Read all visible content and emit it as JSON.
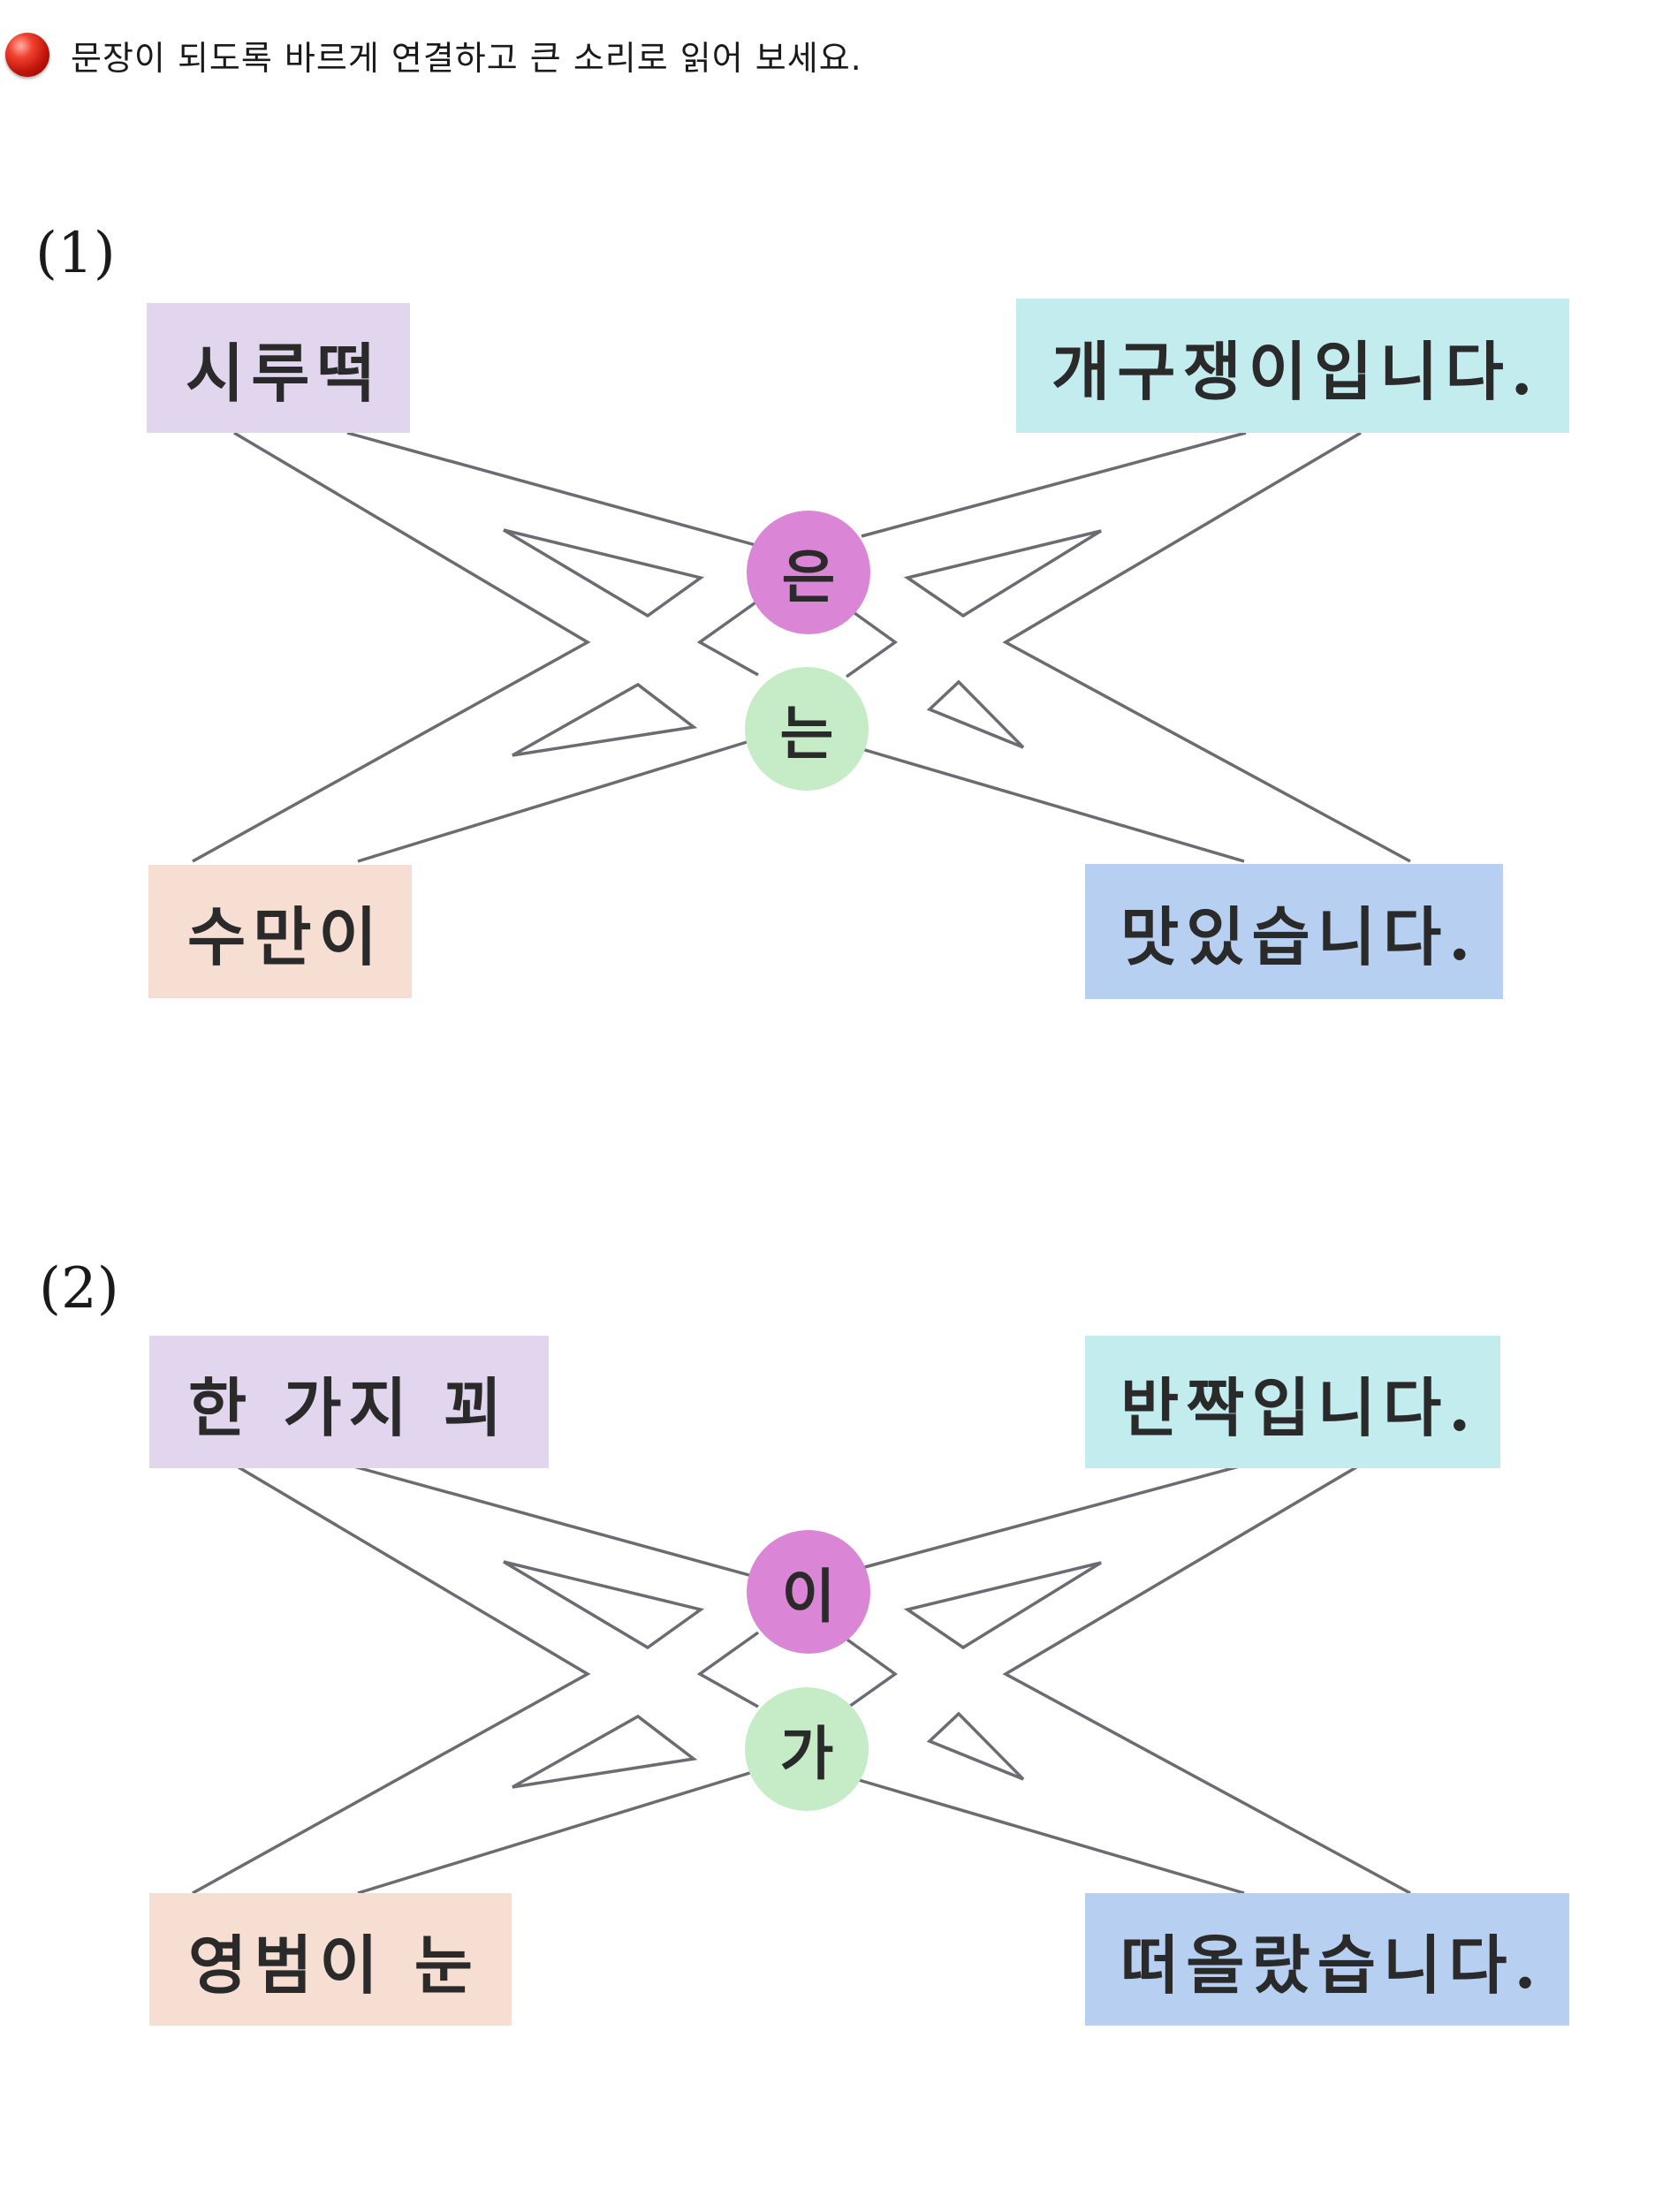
{
  "instruction": {
    "bullet_icon": "red-sphere-bullet-icon",
    "text": "문장이 되도록 바르게 연결하고 큰 소리로 읽어 보세요."
  },
  "exercises": [
    {
      "number": "(1)",
      "top_left": "시루떡",
      "top_right": "개구쟁이입니다.",
      "bottom_left": "수만이",
      "bottom_right": "맛있습니다.",
      "particle_top": "은",
      "particle_bottom": "는"
    },
    {
      "number": "(2)",
      "top_left": "한 가지 꾀",
      "top_right": "반짝입니다.",
      "bottom_left": "영범이 눈",
      "bottom_right": "떠올랐습니다.",
      "particle_top": "이",
      "particle_bottom": "가"
    }
  ],
  "colors": {
    "top_left_box": "#e2d6ef",
    "top_right_box": "#c3ecef",
    "bottom_left_box": "#f6dfd2",
    "bottom_right_box": "#b7cff0",
    "particle_top": "#db85d6",
    "particle_bottom": "#c5ecc6",
    "lines": "#6b6b73"
  }
}
